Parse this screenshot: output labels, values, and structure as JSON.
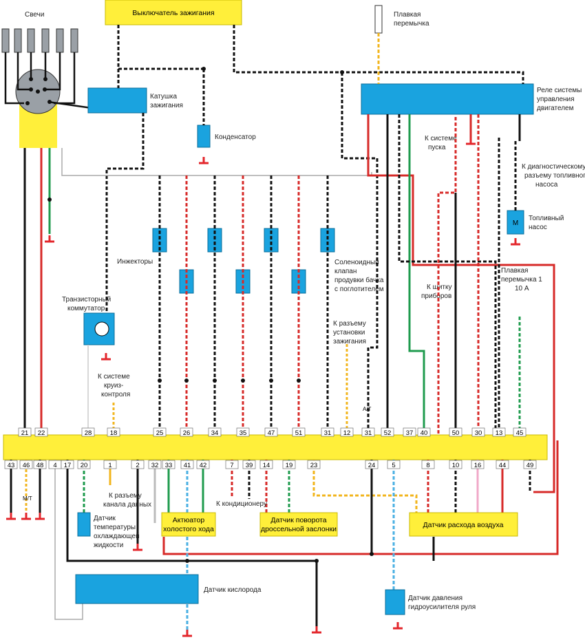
{
  "labels": {
    "svechi": "Свечи",
    "ignition_switch": "Выключатель зажигания",
    "fuse_link": [
      "Плавкая",
      "перемычка"
    ],
    "ignition_coil": [
      "Катушка",
      "зажигания"
    ],
    "condenser": "Конденсатор",
    "engine_relay": [
      "Реле системы",
      "управления",
      "двигателем"
    ],
    "to_starter": [
      "К системе",
      "пуска"
    ],
    "to_diag": [
      "К диагностическому",
      "разъему топливного",
      "насоса"
    ],
    "fuel_pump": [
      "Топливный",
      "насос"
    ],
    "injectors": "Инжекторы",
    "purge_valve": [
      "Соленоидный",
      "клапан",
      "продувки бачка",
      "с поглотителем"
    ],
    "to_instruments": [
      "К щитку",
      "приборов"
    ],
    "fuse_link1": [
      "Плавкая",
      "перемычка 1",
      "10 А"
    ],
    "ign_setting_conn": [
      "К разъему",
      "установки",
      "зажигания"
    ],
    "transistor_switch": [
      "Транзисторный",
      "коммутатор"
    ],
    "to_cruise": [
      "К системе",
      "круиз-",
      "контроля"
    ],
    "at": "A/T",
    "mt": "M/T",
    "data_link": [
      "К разъему",
      "канала данных"
    ],
    "to_ac": "К кондиционеру",
    "coolant_sensor": [
      "Датчик",
      "температуры",
      "охлаждающей",
      "жидкости"
    ],
    "idle_actuator": [
      "Актюатор",
      "холостого хода"
    ],
    "throttle_sensor": [
      "Датчик поворота",
      "дроссельной заслонки"
    ],
    "airflow_sensor": "Датчик расхода воздуха",
    "oxygen_sensor": "Датчик кислорода",
    "ps_pressure_sensor": [
      "Датчик давления",
      "гидроусилителя руля"
    ]
  },
  "connector_top_pins": [
    "21",
    "22",
    "28",
    "18",
    "25",
    "26",
    "34",
    "35",
    "47",
    "51",
    "31",
    "12",
    "31",
    "52",
    "37",
    "40",
    "50",
    "30",
    "13",
    "45"
  ],
  "connector_bottom_pins": [
    "43",
    "46",
    "48",
    "4",
    "17",
    "20",
    "1",
    "2",
    "32",
    "33",
    "41",
    "42",
    "7",
    "39",
    "14",
    "19",
    "23",
    "24",
    "5",
    "8",
    "10",
    "16",
    "44",
    "49"
  ],
  "colors": {
    "ecu_yellow": "#ffef3a",
    "component_blue": "#1aa3df",
    "ground_red": "#e3262b",
    "wire_red": "#d72a28",
    "wire_green": "#1f9b4e",
    "wire_yellow": "#f2b51d",
    "wire_blue": "#4ab0e3",
    "wire_pink": "#f0a8c8"
  }
}
